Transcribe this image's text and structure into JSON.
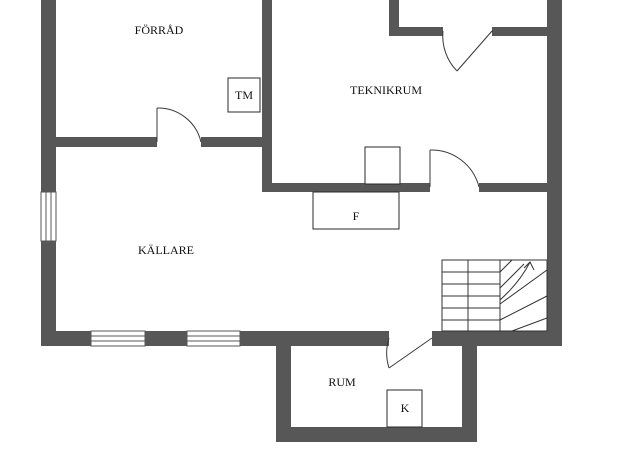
{
  "rooms": {
    "forrad": "FÖRRÅD",
    "teknikrum": "TEKNIKRUM",
    "kallare": "KÄLLARE",
    "rum": "RUM",
    "top_right_partial": ""
  },
  "fixtures": {
    "tm": "TM",
    "f": "F",
    "k": "K"
  },
  "colors": {
    "wall": "#575757",
    "background": "#ffffff",
    "text": "#111111"
  }
}
